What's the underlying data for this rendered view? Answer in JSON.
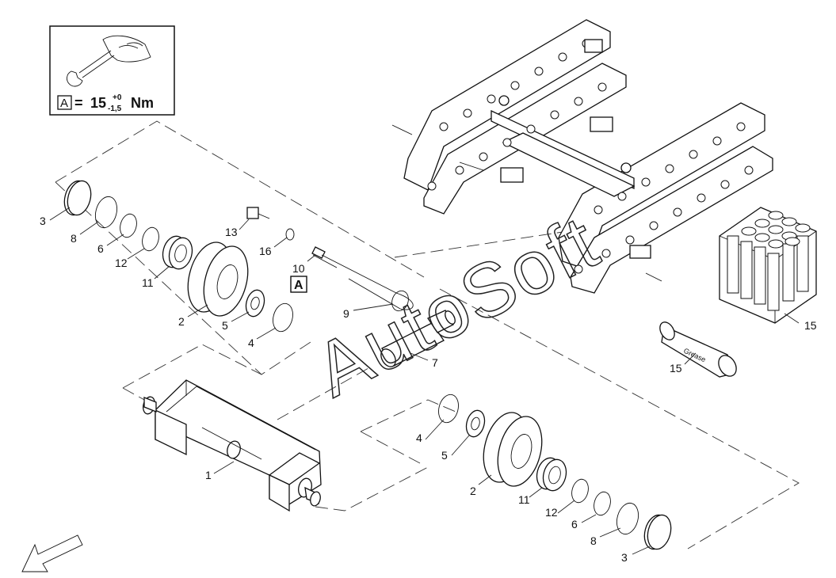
{
  "torque_box": {
    "key": "A",
    "equals": "=",
    "value": "15",
    "tol_plus": "+0",
    "tol_minus": "-1,5",
    "unit": "Nm"
  },
  "watermark": "AutoSoft",
  "grease_text": "Grease",
  "key_badge": "A",
  "labels": {
    "l3a": "3",
    "l8a": "8",
    "l6a": "6",
    "l12a": "12",
    "l11a": "11",
    "l2a": "2",
    "l5a": "5",
    "l4a": "4",
    "l13": "13",
    "l16": "16",
    "l10": "10",
    "l9": "9",
    "l7": "7",
    "l1": "1",
    "l4b": "4",
    "l5b": "5",
    "l2b": "2",
    "l11b": "11",
    "l12b": "12",
    "l6b": "6",
    "l8b": "8",
    "l3b": "3",
    "l15a": "15",
    "l15b": "15"
  }
}
